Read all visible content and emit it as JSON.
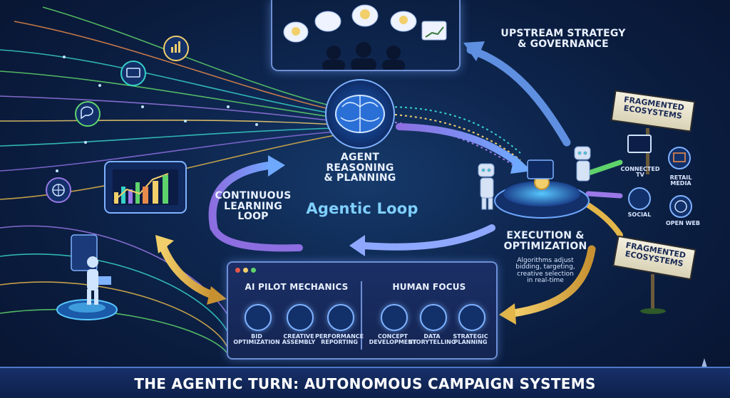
{
  "labels": {
    "upstream": "UPSTREAM STRATEGY\n& GOVERNANCE",
    "agent_reasoning": "AGENT\nREASONING\n& PLANNING",
    "agentic_loop": "Agentic Loop",
    "continuous_learning": "CONTINUOUS\nLEARNING\nLOOP",
    "execution": "EXECUTION &\nOPTIMIZATION",
    "execution_desc": "Algorithms adjust\nbidding, targeting,\ncreative selection\nin real-time",
    "fragmented_top": "FRAGMENTED\nECOSYSTEMS",
    "fragmented_bottom": "FRAGMENTED\nECOSYSTEMS"
  },
  "channels": {
    "connected_tv": "CONNECTED\nTV",
    "retail_media": "RETAIL\nMEDIA",
    "social": "SOCIAL",
    "open_web": "OPEN WEB"
  },
  "panel": {
    "left_heading": "AI PILOT MECHANICS",
    "right_heading": "HUMAN FOCUS",
    "left_items": [
      "BID\nOPTIMIZATION",
      "CREATIVE\nASSEMBLY",
      "PERFORMANCE\nREPORTING"
    ],
    "right_items": [
      "CONCEPT\nDEVELOPMENT",
      "DATA\nSTORYTELLING",
      "STRATEGIC\nPLANNING"
    ]
  },
  "title": "THE AGENTIC TURN: AUTONOMOUS CAMPAIGN SYSTEMS",
  "colors": {
    "accent_blue": "#7fb2ff",
    "gold": "#e3b64a",
    "purple": "#9a78e6",
    "teal": "#37d0c6",
    "green": "#5fd36b"
  }
}
